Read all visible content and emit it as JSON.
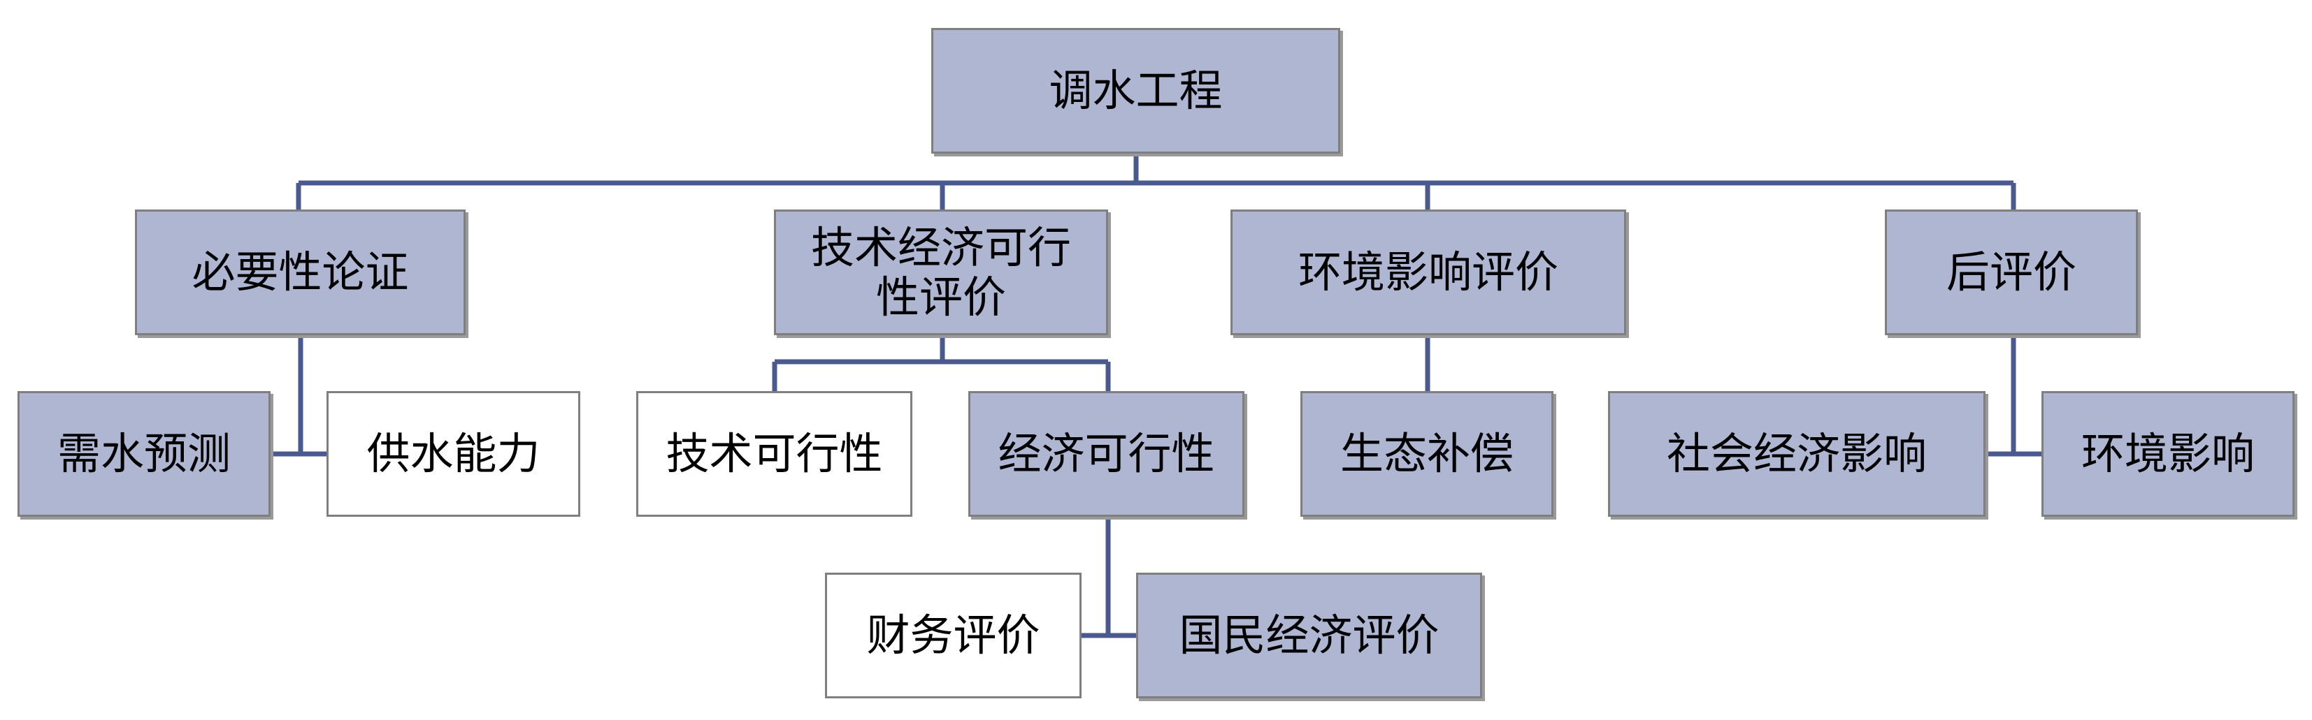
{
  "colors": {
    "filled_box": "#aeb6d2",
    "plain_box": "#ffffff",
    "border": "#7f7f7f",
    "connector": "#4a5a8f",
    "text": "#000000"
  },
  "nodes": {
    "root": "调水工程",
    "necessity": "必要性论证",
    "tech_econ": "技术经济可行性评价",
    "environment": "环境影响评价",
    "post": "后评价",
    "water_demand": "需水预测",
    "water_supply": "供水能力",
    "tech_feasibility": "技术可行性",
    "econ_feasibility": "经济可行性",
    "eco_compensation": "生态补偿",
    "social_econ_impact": "社会经济影响",
    "env_impact": "环境影响",
    "financial_eval": "财务评价",
    "national_econ_eval": "国民经济评价"
  }
}
